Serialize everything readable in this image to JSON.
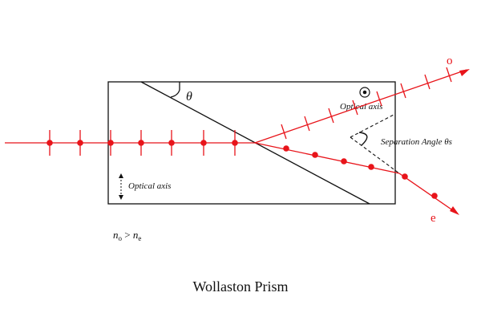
{
  "colors": {
    "ray": "#e8141a",
    "outline": "#111111",
    "background": "#ffffff"
  },
  "labels": {
    "theta": "θ",
    "o_ray": "o",
    "e_ray": "e",
    "optical_axis_top": "Optical axis",
    "optical_axis_bottom": "Optical axis",
    "separation_angle": "Separation Angle θs",
    "index_n_o": "n",
    "index_sub_o": "o",
    "index_gt": " > ",
    "index_n_e": "n",
    "index_sub_e": "e",
    "title": "Wollaston Prism"
  },
  "icons": {
    "axis_out_of_page": "dot-in-circle-icon",
    "axis_vertical": "double-arrow-vertical-icon"
  }
}
